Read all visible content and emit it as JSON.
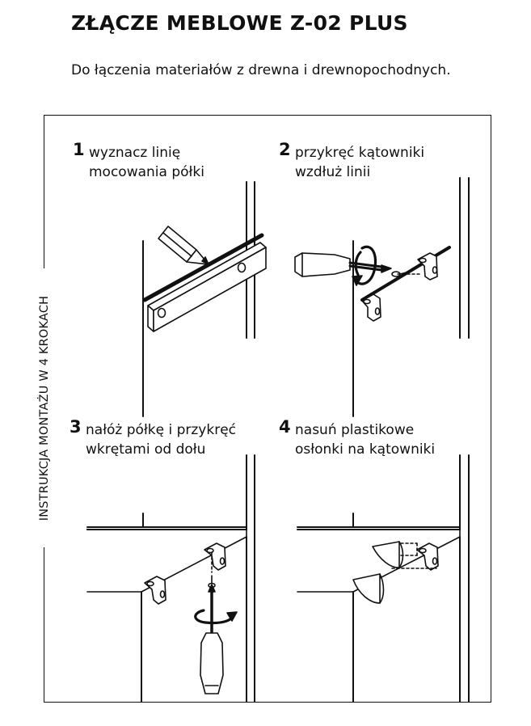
{
  "header": {
    "title": "ZŁĄCZE MEBLOWE Z-02 PLUS",
    "subtitle": "Do łączenia materiałów z drewna i drewnopochodnych."
  },
  "side_label": "INSTRUKCJA MONTAŻU W 4 KROKACH",
  "steps": [
    {
      "number": "1",
      "line1": "wyznacz linię",
      "line2": "mocowania półki"
    },
    {
      "number": "2",
      "line1": "przykręć kątowniki",
      "line2": "wzdłuż linii"
    },
    {
      "number": "3",
      "line1": "nałóż półkę i przykręć",
      "line2": "wkrętami od dołu"
    },
    {
      "number": "4",
      "line1": "nasuń plastikowe",
      "line2": "osłonki na kątowniki"
    }
  ],
  "icons": [
    "pencil-icon",
    "spirit-level-icon",
    "screwdriver-icon",
    "rotation-arrow-icon",
    "screw-icon",
    "angle-bracket-icon",
    "plastic-cover-icon"
  ]
}
